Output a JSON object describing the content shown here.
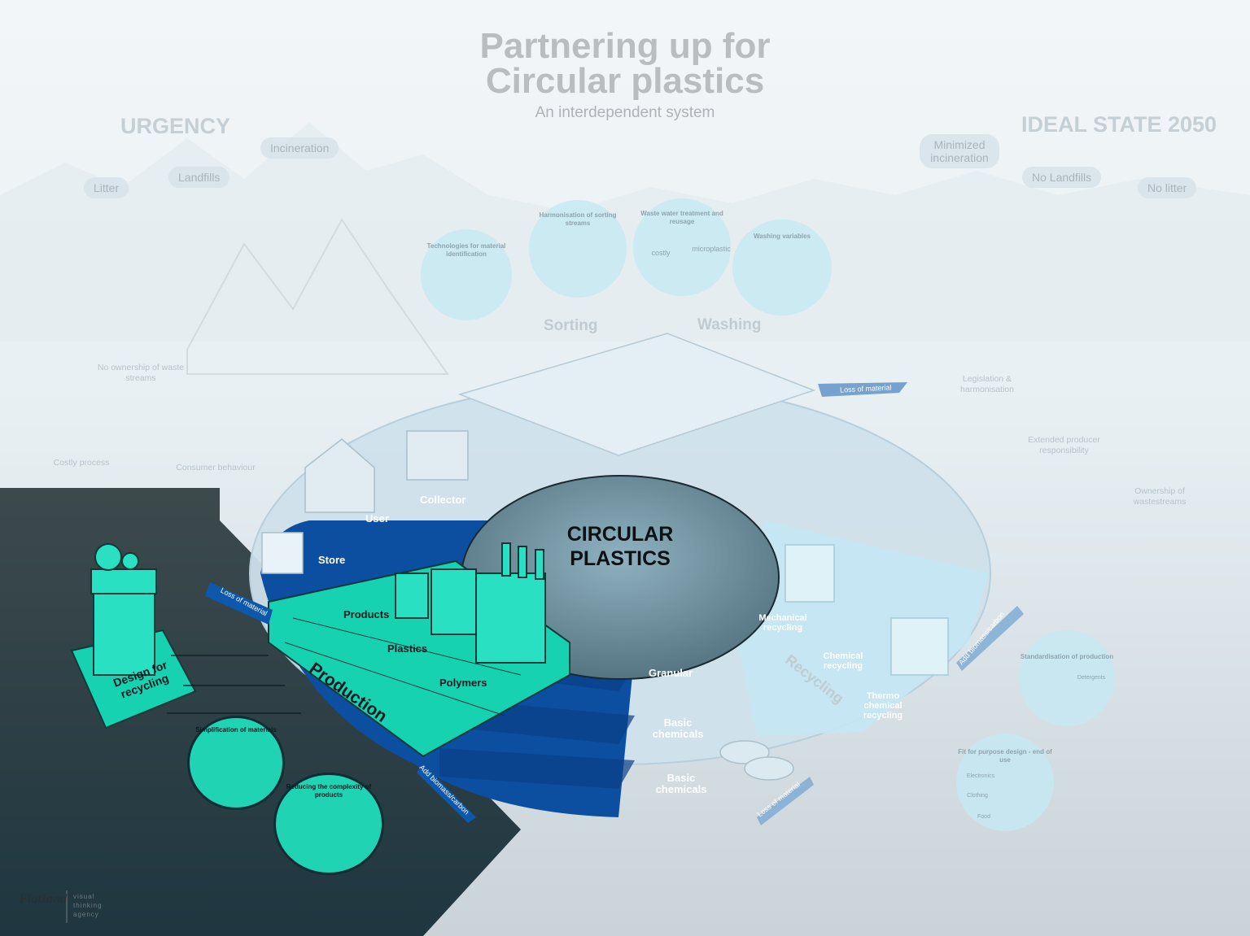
{
  "header": {
    "title_line1": "Partnering up for",
    "title_line2": "Circular plastics",
    "subtitle": "An interdependent system"
  },
  "urgency": {
    "heading": "URGENCY",
    "pills": [
      "Litter",
      "Landfills",
      "Incineration"
    ],
    "captions": [
      "No ownership of waste streams",
      "Costly process",
      "Consumer behaviour"
    ]
  },
  "ideal": {
    "heading": "IDEAL STATE 2050",
    "pills": [
      "Minimized incineration",
      "No Landfills",
      "No litter"
    ],
    "captions": [
      "Legislation & harmonisation",
      "Extended producer responsibility",
      "Ownership of wastestreams"
    ]
  },
  "bubbles": {
    "tech": "Technologies for material identification",
    "harmonisation": "Harmonisation of sorting streams",
    "waste_water": "Waste water treatment and reusage",
    "washing": "Washing variables",
    "costly": "costly",
    "microplastic": "microplastic",
    "standardisation": "Standardisation of production",
    "detergents": "Detergents",
    "fit": "Fit for purpose design - end of use",
    "electronics": "Electronics",
    "clothing": "Clothing",
    "food": "Food"
  },
  "stages": {
    "sorting": "Sorting",
    "washing": "Washing",
    "recycling": "Recycling",
    "production": "Production"
  },
  "ring": {
    "center_line1": "CIRCULAR",
    "center_line2": "PLASTICS",
    "collector": "Collector",
    "user": "User",
    "store": "Store",
    "products": "Products",
    "plastics": "Plastics",
    "polymers": "Polymers",
    "granular": "Granular",
    "basic_chemicals_1": "Basic chemicals",
    "basic_chemicals_2": "Basic chemicals",
    "mechanical": "Mechanical recycling",
    "chemical": "Chemical recycling",
    "thermo": "Thermo chemical recycling",
    "loss_top": "Loss of material",
    "loss_left": "Loss of material",
    "loss_bottom": "Loss of material",
    "add_right": "Add biomass/carbon",
    "add_bottom": "Add biomass/carbon"
  },
  "design": {
    "label": "Design for recycling",
    "simplification": "Simplification of materials",
    "reducing": "Reducing the complexity of products"
  },
  "logo": {
    "name": "Flatland",
    "tagline": "visual thinking agency"
  }
}
